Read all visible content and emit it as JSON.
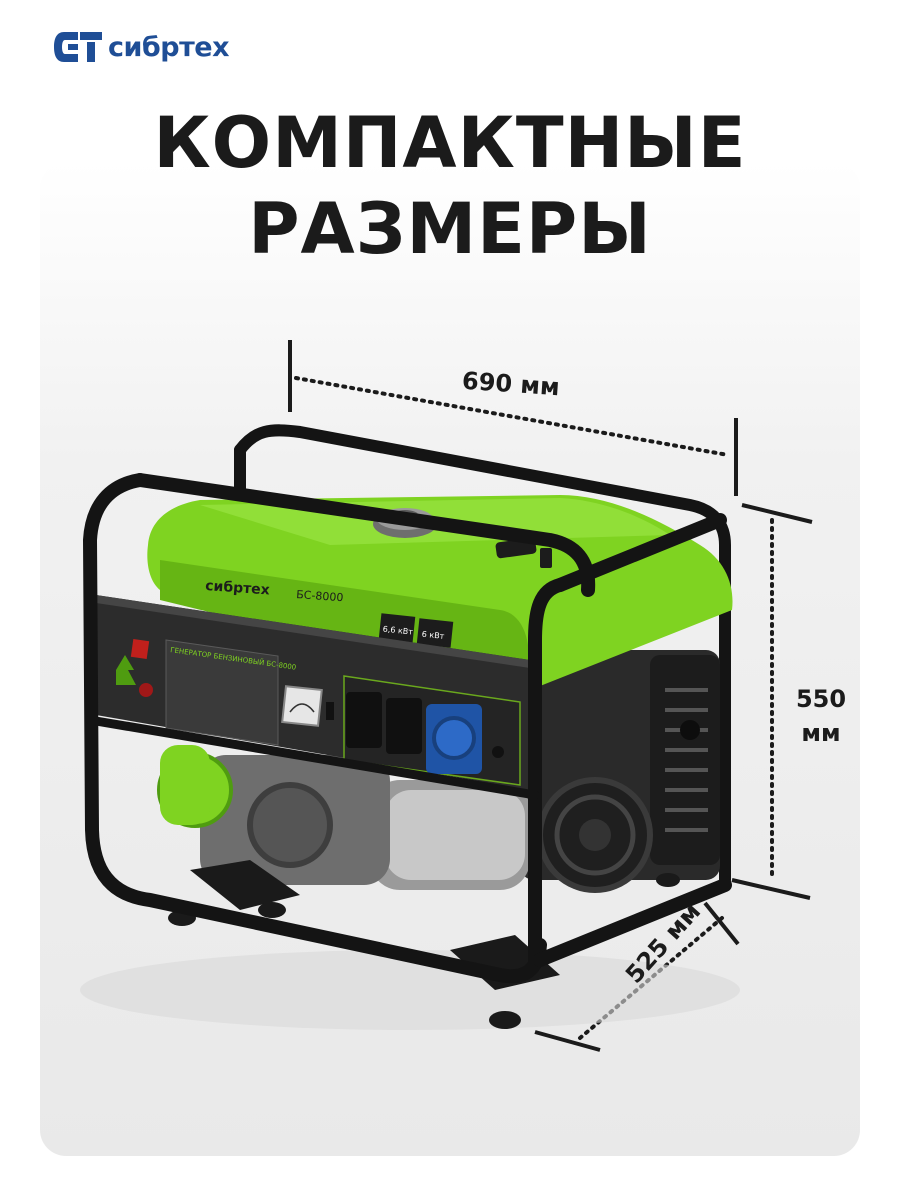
{
  "brand": {
    "name": "сибртех",
    "color": "#1f4e96"
  },
  "headline": {
    "line1": "КОМПАКТНЫЕ",
    "line2": "РАЗМЕРЫ"
  },
  "dimensions": {
    "width": "690 мм",
    "height_value": "550",
    "height_unit": "мм",
    "depth": "525 мм"
  },
  "product": {
    "brand_label": "сибртех",
    "model": "БС-8000",
    "panel_title": "ГЕНЕРАТОР БЕНЗИНОВЫЙ БС-8000",
    "max_power": "6,6 кВт",
    "rated_power": "6 кВт",
    "accent_color": "#7fd321",
    "frame_color": "#141414"
  }
}
